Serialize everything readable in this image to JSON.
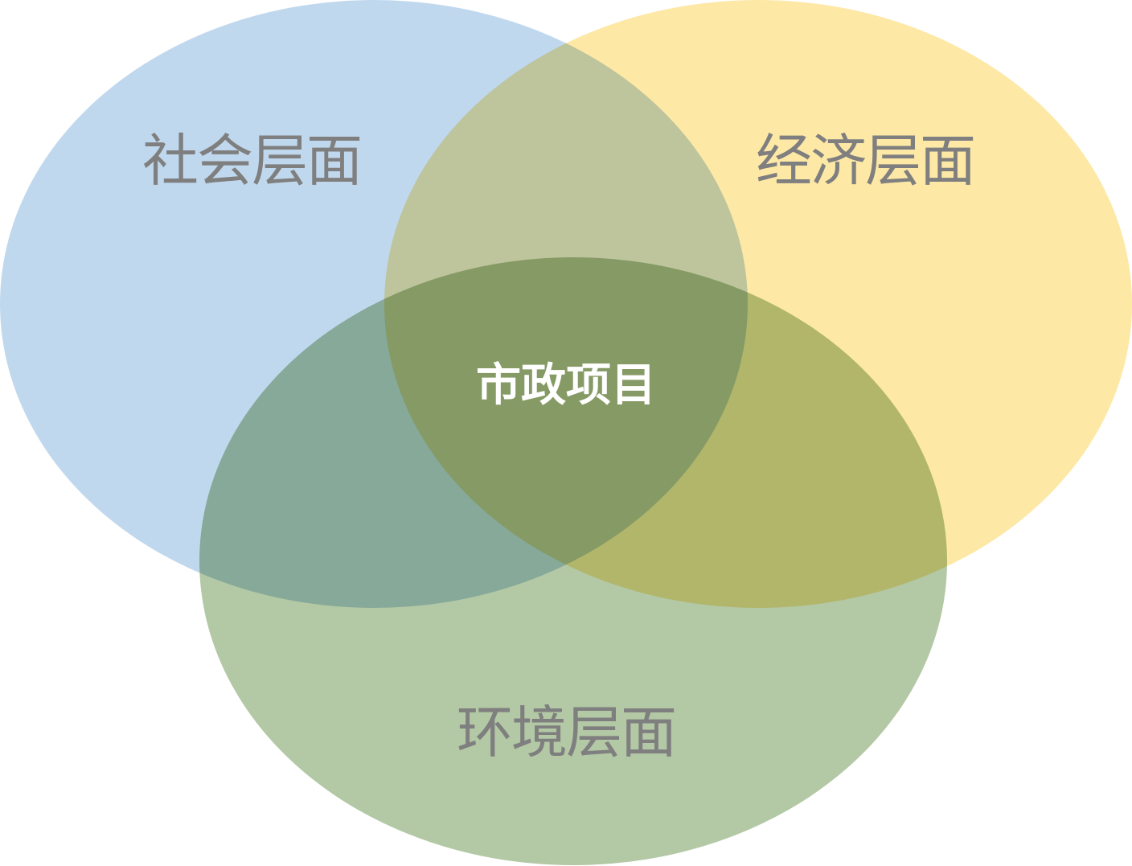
{
  "diagram": {
    "type": "venn-3",
    "sets": [
      {
        "id": "social",
        "label": "社会层面",
        "color": "#c0d8ee"
      },
      {
        "id": "economic",
        "label": "经济层面",
        "color": "#fde8a6"
      },
      {
        "id": "environment",
        "label": "环境层面",
        "color": "#b3c8a4"
      }
    ],
    "intersection": {
      "label": "市政项目"
    },
    "colors": {
      "set_label_text": "#7f7f7f",
      "center_label_text": "#ffffff",
      "background": "#ffffff"
    }
  }
}
